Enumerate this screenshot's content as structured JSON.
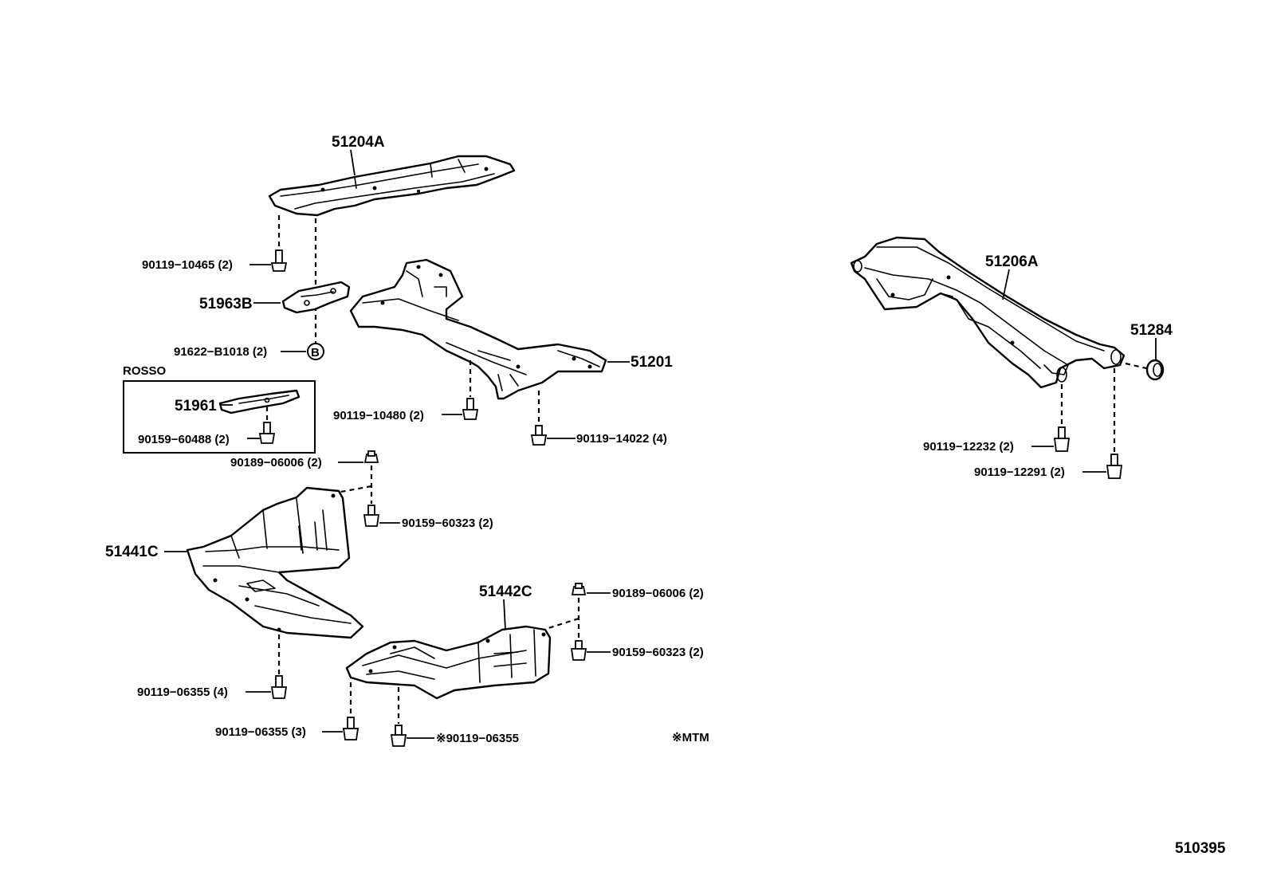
{
  "labels": {
    "p51204A": "51204A",
    "p90119_10465": "90119−10465 (2)",
    "p51963B": "51963B",
    "p91622_B1018": "91622−B1018 (2)",
    "circle_B": "B",
    "rosso": "ROSSO",
    "p51961": "51961",
    "p90159_60488": "90159−60488 (2)",
    "p90119_10480": "90119−10480 (2)",
    "p51201": "51201",
    "p90119_14022": "90119−14022 (4)",
    "p90189_06006_a": "90189−06006 (2)",
    "p90159_60323_a": "90159−60323 (2)",
    "p51441C": "51441C",
    "p51442C": "51442C",
    "p90189_06006_b": "90189−06006 (2)",
    "p90159_60323_b": "90159−60323 (2)",
    "p90119_06355_4": "90119−06355 (4)",
    "p90119_06355_3": "90119−06355 (3)",
    "p90119_06355_mtm": "※90119−06355",
    "mtm_note": "※MTM",
    "p51206A": "51206A",
    "p51284": "51284",
    "p90119_12232": "90119−12232 (2)",
    "p90119_12291": "90119−12291 (2)",
    "diagram_number": "510395"
  }
}
